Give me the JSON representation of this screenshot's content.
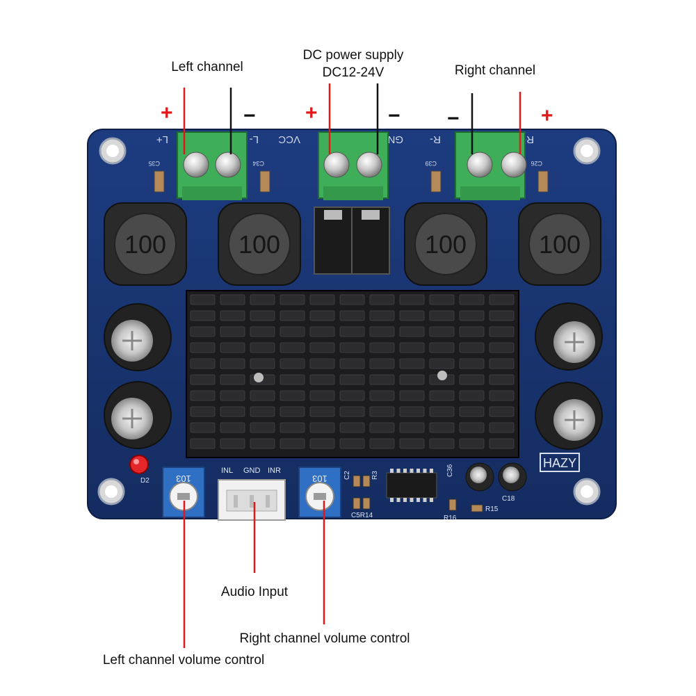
{
  "labels": {
    "left_channel": "Left channel",
    "dc_power_line1": "DC power supply",
    "dc_power_line2": "DC12-24V",
    "right_channel": "Right channel",
    "audio_input": "Audio Input",
    "right_volume": "Right channel volume control",
    "left_volume": "Left channel volume control"
  },
  "signs": {
    "plus": "+",
    "minus": "−"
  },
  "silkscreen": {
    "l_plus": "L+",
    "l_minus": "L-",
    "vcc": "VCC",
    "gnd": "GND",
    "r_minus": "R-",
    "r_plus": "R+",
    "c35": "C35",
    "c34": "C34",
    "c39": "C39",
    "c26": "C26",
    "inl": "INL",
    "gnd2": "GND",
    "inr": "INR",
    "c2": "C2",
    "r3": "R3",
    "c36": "C36",
    "c18": "C18",
    "r15": "R15",
    "r16": "R16",
    "c5r14": "C5R14",
    "d2": "D2",
    "brand": "HAZY",
    "pot_value": "103"
  },
  "inductor_value": "100",
  "colors": {
    "pcb": "#16306a",
    "terminal": "#3fae58",
    "heatsink": "#1c1c1e",
    "arrow_red": "#e01818"
  }
}
